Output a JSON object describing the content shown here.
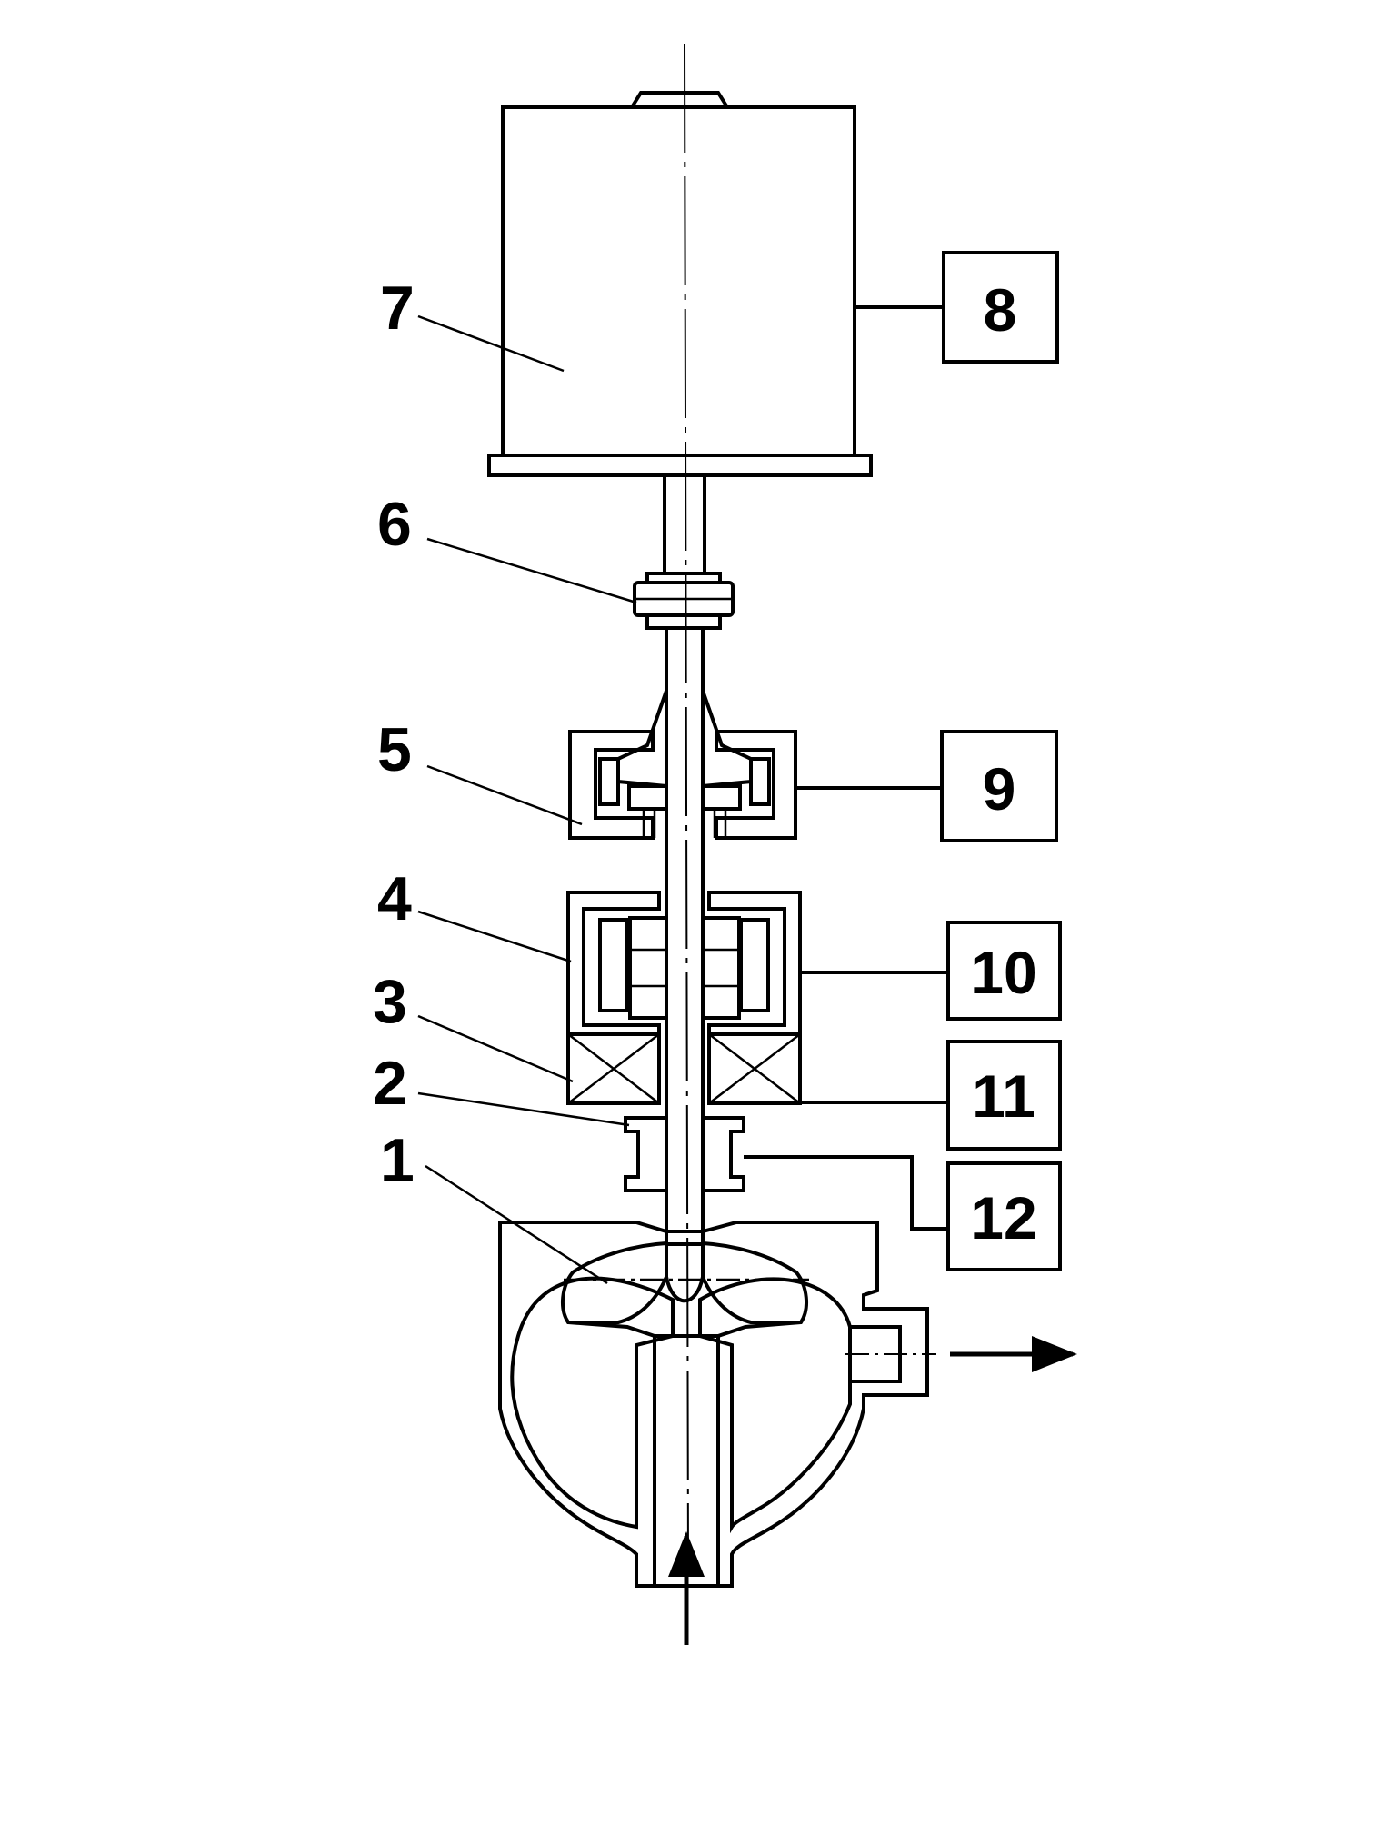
{
  "part_labels": {
    "p1": "1",
    "p2": "2",
    "p3": "3",
    "p4": "4",
    "p5": "5",
    "p6": "6",
    "p7": "7"
  },
  "unit_boxes": {
    "b8": "8",
    "b9": "9",
    "b10": "10",
    "b11": "11",
    "b12": "12"
  }
}
